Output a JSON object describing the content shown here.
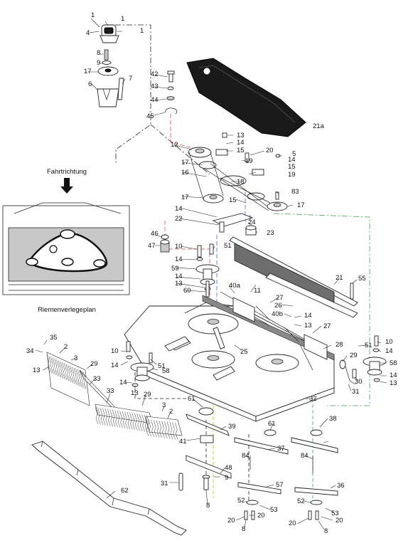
{
  "inset": {
    "direction_label": "Fahrtrichtung",
    "caption": "Riemenverlegeplan"
  },
  "callouts": [
    "1",
    "1",
    "4",
    "1",
    "8",
    "9",
    "17",
    "7",
    "6",
    "42",
    "43",
    "44",
    "45",
    "21a",
    "13",
    "14",
    "15",
    "20",
    "5",
    "12",
    "19",
    "17",
    "14",
    "15",
    "16",
    "19",
    "18",
    "83",
    "17",
    "15",
    "17",
    "24",
    "14",
    "22",
    "23",
    "46",
    "47",
    "51",
    "10",
    "14",
    "59",
    "14",
    "13",
    "60",
    "40a",
    "11",
    "21",
    "55",
    "27",
    "26",
    "14",
    "40b",
    "13",
    "27",
    "25",
    "28",
    "51",
    "10",
    "14",
    "29",
    "58",
    "14",
    "13",
    "30",
    "31",
    "35",
    "34",
    "2",
    "3",
    "13",
    "29",
    "33",
    "10",
    "14",
    "51",
    "58",
    "14",
    "13",
    "33",
    "29",
    "3",
    "2",
    "32",
    "61",
    "39",
    "61",
    "38",
    "41",
    "37",
    "84",
    "84",
    "48",
    "57",
    "36",
    "31",
    "9",
    "52",
    "53",
    "52",
    "53",
    "20",
    "20",
    "8",
    "20",
    "20",
    "8",
    "8",
    "62"
  ],
  "colors": {
    "line": "#222222",
    "dark_fill": "#1a1a1a",
    "dash_red": "#d64550",
    "dash_blue": "#4a63d6",
    "dash_green": "#3e9a58",
    "dash_yellow": "#c8b400"
  }
}
